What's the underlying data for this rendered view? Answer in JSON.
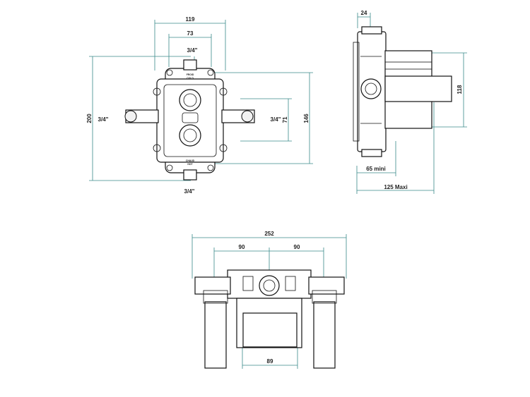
{
  "colors": {
    "dimension_line": "#3a8a8a",
    "outline": "#111111",
    "text": "#222222",
    "background": "#ffffff"
  },
  "front_view": {
    "dim_width_outer": "119",
    "dim_width_inner": "73",
    "dim_height_total": "200",
    "dim_height_body": "146",
    "dim_side_spacing": "71",
    "thread_top": "3/4\"",
    "thread_left": "3/4\"",
    "thread_right": "3/4\"",
    "thread_bottom": "3/4\"",
    "stamp_top": [
      "FROID",
      "COLD"
    ],
    "stamp_bottom": [
      "CHAUD",
      "HOT"
    ]
  },
  "side_view": {
    "dim_top": "24",
    "dim_height": "118",
    "dim_depth_min": "65 mini",
    "dim_depth_max": "125 Maxi"
  },
  "bottom_view": {
    "dim_total_width": "252",
    "dim_left_offset": "90",
    "dim_right_offset": "90",
    "dim_box_width": "89"
  }
}
